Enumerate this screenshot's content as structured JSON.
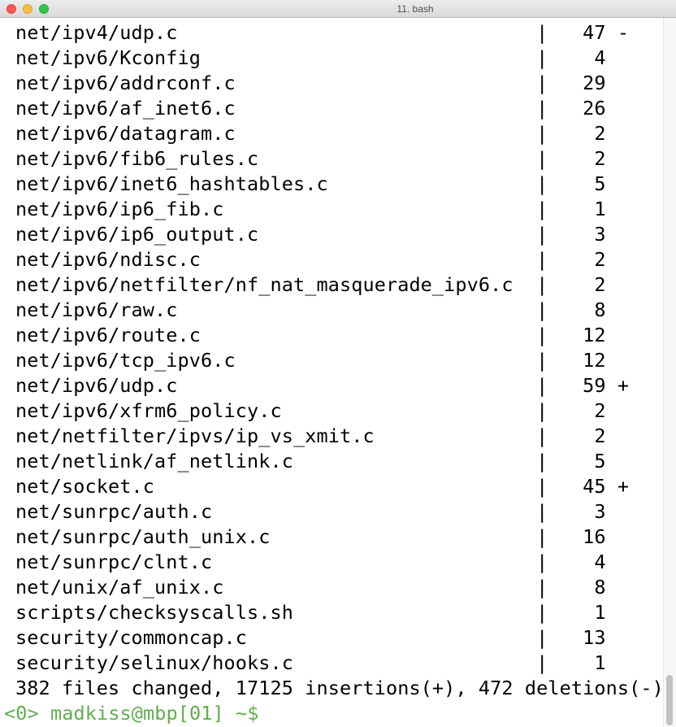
{
  "window": {
    "title": "11. bash",
    "traffic_lights": [
      "close",
      "minimize",
      "zoom"
    ]
  },
  "terminal": {
    "lines": [
      "net/ipv4/udp.c                               |   47 -",
      "net/ipv6/Kconfig                             |    4",
      "net/ipv6/addrconf.c                          |   29",
      "net/ipv6/af_inet6.c                          |   26",
      "net/ipv6/datagram.c                          |    2",
      "net/ipv6/fib6_rules.c                        |    2",
      "net/ipv6/inet6_hashtables.c                  |    5",
      "net/ipv6/ip6_fib.c                           |    1",
      "net/ipv6/ip6_output.c                        |    3",
      "net/ipv6/ndisc.c                             |    2",
      "net/ipv6/netfilter/nf_nat_masquerade_ipv6.c  |    2",
      "net/ipv6/raw.c                               |    8",
      "net/ipv6/route.c                             |   12",
      "net/ipv6/tcp_ipv6.c                          |   12",
      "net/ipv6/udp.c                               |   59 +",
      "net/ipv6/xfrm6_policy.c                      |    2",
      "net/netfilter/ipvs/ip_vs_xmit.c              |    2",
      "net/netlink/af_netlink.c                     |    5",
      "net/socket.c                                 |   45 +",
      "net/sunrpc/auth.c                            |    3",
      "net/sunrpc/auth_unix.c                       |   16",
      "net/sunrpc/clnt.c                            |    4",
      "net/unix/af_unix.c                           |    8",
      "scripts/checksyscalls.sh                     |    1",
      "security/commoncap.c                         |   13",
      "security/selinux/hooks.c                     |    1",
      "382 files changed, 17125 insertions(+), 472 deletions(-)"
    ],
    "prompt": "<0> madkiss@mbp[01] ~$"
  },
  "colors": {
    "prompt": "#5fae4c",
    "text": "#000000",
    "background": "#ffffff"
  }
}
